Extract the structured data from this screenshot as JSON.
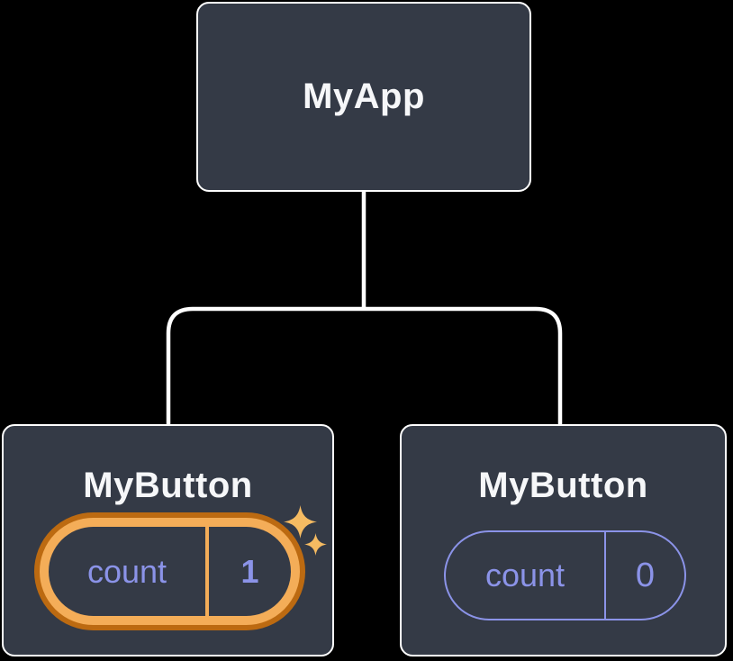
{
  "tree": {
    "root": {
      "label": "MyApp"
    },
    "children": [
      {
        "label": "MyButton",
        "state": {
          "name": "count",
          "value": "1"
        },
        "highlighted": true,
        "highlight_icon": "sparkle-icon"
      },
      {
        "label": "MyButton",
        "state": {
          "name": "count",
          "value": "0"
        },
        "highlighted": false
      }
    ]
  },
  "colors": {
    "background": "#000000",
    "card_fill": "#343A46",
    "card_border": "#FFFFFF",
    "connector_line": "#FFFFFF",
    "state_purple": "#8B93E8",
    "highlight_ring_outer": "#BC6A11",
    "highlight_ring_inner": "#F4AD58",
    "sparkle_gold": "#F5BB62",
    "title_text": "#F6F7F9"
  }
}
